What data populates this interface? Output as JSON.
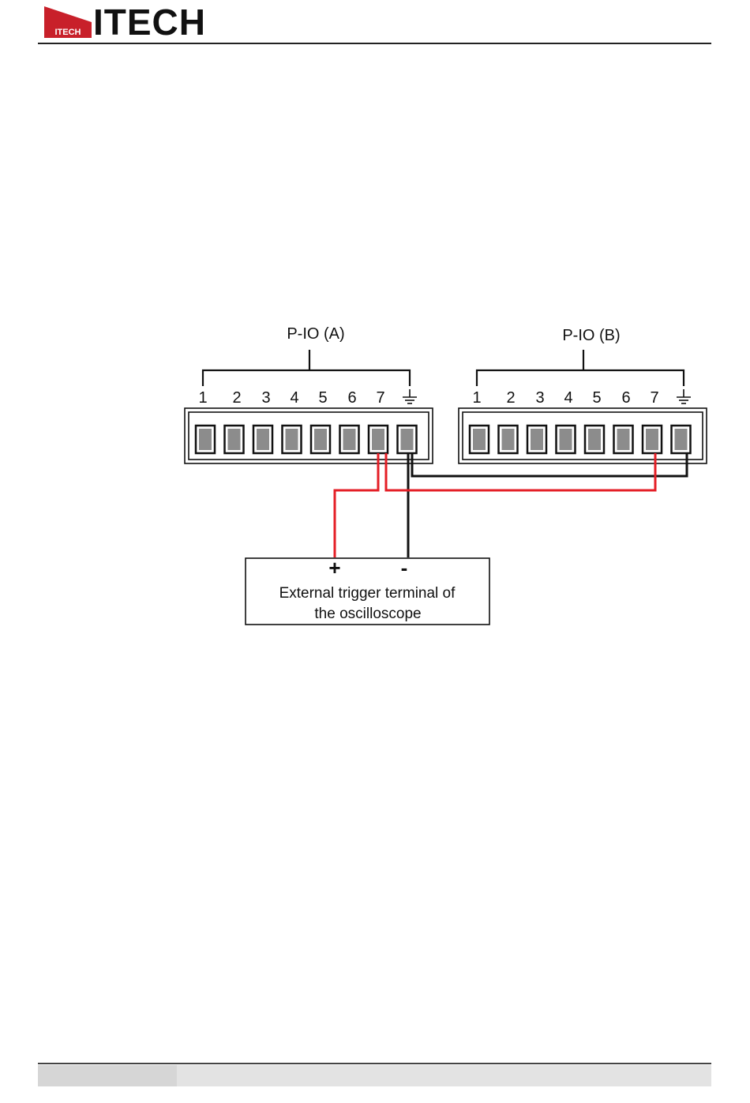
{
  "header": {
    "logo_mark_text": "ITECH",
    "logo_word": "ITECH"
  },
  "diagram": {
    "connector_a": {
      "title": "P-IO (A)",
      "pins": [
        "1",
        "2",
        "3",
        "4",
        "5",
        "6",
        "7"
      ],
      "ground_icon": "ground-icon"
    },
    "connector_b": {
      "title": "P-IO (B)",
      "pins": [
        "1",
        "2",
        "3",
        "4",
        "5",
        "6",
        "7"
      ],
      "ground_icon": "ground-icon"
    },
    "terminal": {
      "plus": "+",
      "minus": "-",
      "line1": "External trigger terminal of",
      "line2": "the oscilloscope"
    },
    "colors": {
      "signal_wire": "#e41e26",
      "ground_wire": "#111111",
      "pin_fill": "#8c8c8c",
      "logo_red": "#c8202a"
    }
  }
}
